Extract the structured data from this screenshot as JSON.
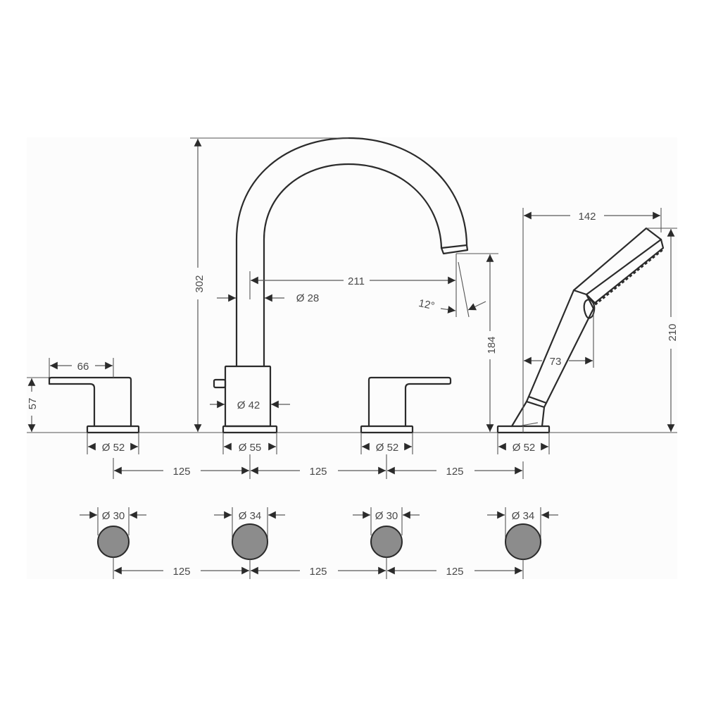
{
  "drawing": {
    "title": "4-hole deck-mounted bath mixer dimension drawing",
    "units": "mm",
    "colors": {
      "line": "#2b2b2b",
      "dimension": "#5a5a5a",
      "hole_fill": "#8c8c8c",
      "panel": "#fcfcfc"
    }
  },
  "handle_left": {
    "width_label": "66",
    "height_label": "57",
    "base_diameter_label": "Ø 52"
  },
  "spout": {
    "height_label": "302",
    "pipe_diameter_label": "Ø 28",
    "reach_label": "211",
    "angle_label": "12°",
    "outlet_height_label": "184",
    "body_diameter_label": "Ø 42",
    "base_diameter_label": "Ø 55"
  },
  "handle_right": {
    "base_diameter_label": "Ø 52"
  },
  "hand_shower": {
    "width_label": "142",
    "height_label": "210",
    "handle_offset_label": "73",
    "base_diameter_label": "Ø 52"
  },
  "spacing_top": [
    "125",
    "125",
    "125"
  ],
  "holes": [
    {
      "label": "Ø 30",
      "diameter": 30
    },
    {
      "label": "Ø 34",
      "diameter": 34
    },
    {
      "label": "Ø 30",
      "diameter": 30
    },
    {
      "label": "Ø 34",
      "diameter": 34
    }
  ],
  "spacing_bottom": [
    "125",
    "125",
    "125"
  ]
}
